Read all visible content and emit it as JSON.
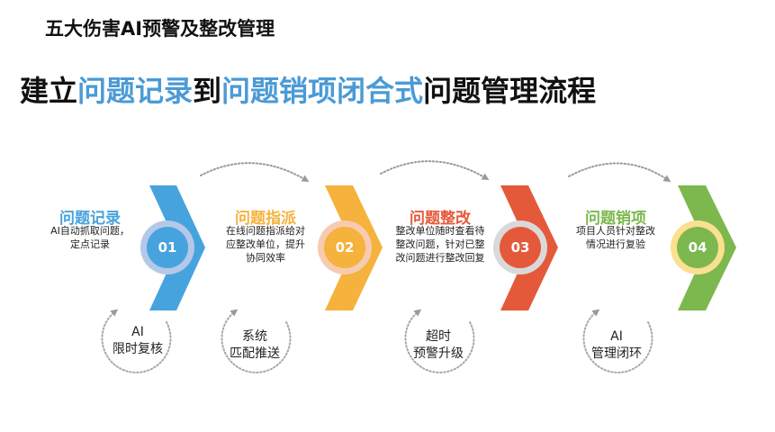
{
  "header": {
    "subtitle": "五大伤害AI预警及整改管理",
    "headline": {
      "part1": "建立",
      "part2": "问题记录",
      "part3": "到",
      "part4": "问题销项闭合式",
      "part5": "问题管理流程"
    }
  },
  "colors": {
    "blue": "#47a3dd",
    "orange": "#f5b23c",
    "red": "#e5593b",
    "green": "#7cb84e",
    "highlight": "#4a9ad6"
  },
  "steps": [
    {
      "number": "01",
      "title": "问题记录",
      "desc_lines": [
        "AI自动抓取问题，",
        "定点记录"
      ],
      "color": "#47a3dd",
      "ring": "#b4c8e8"
    },
    {
      "number": "02",
      "title": "问题指派",
      "desc_lines": [
        "在线问题指派给对",
        "应整改单位，提升",
        "协同效率"
      ],
      "color": "#f5b23c",
      "ring": "#f7cbb0"
    },
    {
      "number": "03",
      "title": "问题整改",
      "desc_lines": [
        "整改单位随时查看待",
        "整改问题，针对已整",
        "改问题进行整改回复"
      ],
      "color": "#e5593b",
      "ring": "#d9d9d9"
    },
    {
      "number": "04",
      "title": "问题销项",
      "desc_lines": [
        "项目人员针对整改",
        "情况进行复验"
      ],
      "color": "#7cb84e",
      "ring": "#fbe08f"
    }
  ],
  "sub_cycles": [
    {
      "line1": "AI",
      "line2": "限时复核"
    },
    {
      "line1": "系统",
      "line2": "匹配推送"
    },
    {
      "line1": "超时",
      "line2": "预警升级"
    },
    {
      "line1": "AI",
      "line2": "管理闭环"
    }
  ]
}
